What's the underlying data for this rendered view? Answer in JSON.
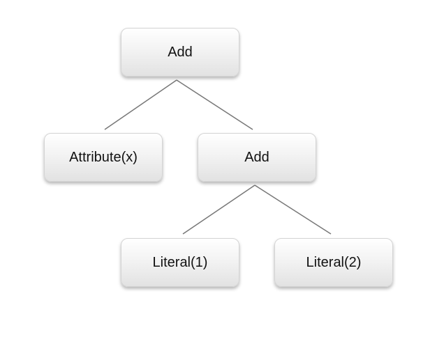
{
  "diagram": {
    "nodes": {
      "root": {
        "label": "Add"
      },
      "attribute": {
        "label": "Attribute(x)"
      },
      "add_child": {
        "label": "Add"
      },
      "literal_1": {
        "label": "Literal(1)"
      },
      "literal_2": {
        "label": "Literal(2)"
      }
    },
    "edges": [
      {
        "from": "root",
        "to": "attribute"
      },
      {
        "from": "root",
        "to": "add_child"
      },
      {
        "from": "add_child",
        "to": "literal_1"
      },
      {
        "from": "add_child",
        "to": "literal_2"
      }
    ],
    "colors": {
      "edge": "#777777",
      "node_text": "#111111"
    }
  }
}
